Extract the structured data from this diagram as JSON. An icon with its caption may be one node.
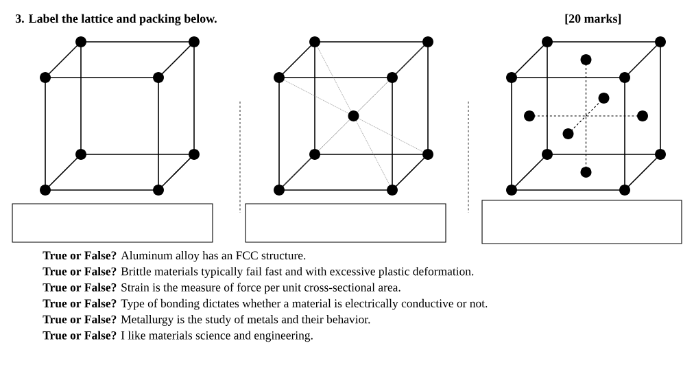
{
  "diagram": {
    "title": "3. Label the lattice and packing below.",
    "nodes": [
      {
        "text": [],
        "shape": "box"
      },
      {
        "text": [],
        "shape": "box"
      },
      {
        "text": [],
        "shape": "box"
      }
    ],
    "labels": [
      "[20 marks]",
      "**True or False?** Aluminum alloy has an FCC structure.",
      "**True or False?** Brittle materials typically fail fast and with excessive plastic deformation.",
      "**True or False?** Strain is the measure of force per unit cross-sectional area.",
      "**True or False?** Type of bonding dictates whether a material is electrically conductive or not.",
      "**True or False?** Metallurgy is the study of metals and their behavior.",
      "**True or False?** I like materials science and engineering."
    ]
  }
}
